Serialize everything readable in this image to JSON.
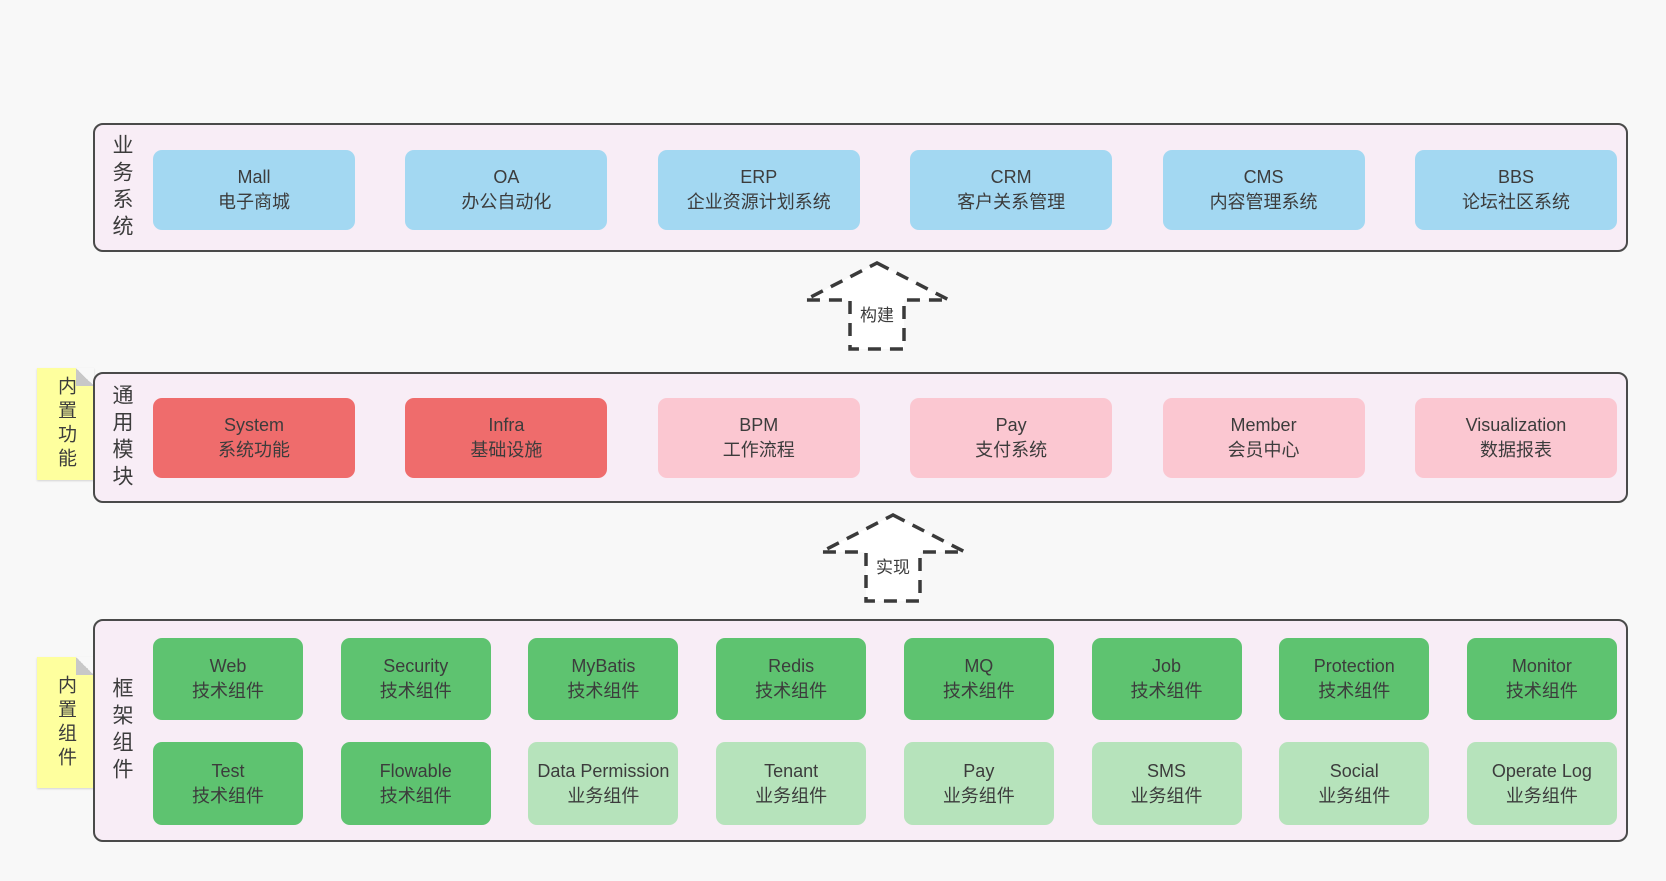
{
  "colors": {
    "page_bg": "#f8f8f8",
    "band_bg": "#f8edf6",
    "band_border": "#4a4a4a",
    "box_blue": "#a3d8f2",
    "box_red": "#ef6c6c",
    "box_pink": "#fbc7d1",
    "box_green": "#5ec370",
    "box_lightgreen": "#b6e3bb",
    "note_bg": "#feff9e",
    "note_fold": "#c8c8c8",
    "text": "#3c3c3c",
    "arrow": "#3a3a3a"
  },
  "arrows": [
    {
      "label": "构建"
    },
    {
      "label": "实现"
    }
  ],
  "layers": [
    {
      "label": "业务系统",
      "boxes": [
        {
          "title": "Mall",
          "subtitle": "电子商城"
        },
        {
          "title": "OA",
          "subtitle": "办公自动化"
        },
        {
          "title": "ERP",
          "subtitle": "企业资源计划系统"
        },
        {
          "title": "CRM",
          "subtitle": "客户关系管理"
        },
        {
          "title": "CMS",
          "subtitle": "内容管理系统"
        },
        {
          "title": "BBS",
          "subtitle": "论坛社区系统"
        }
      ]
    },
    {
      "label": "通用模块",
      "note": "内置功能",
      "boxes": [
        {
          "title": "System",
          "subtitle": "系统功能"
        },
        {
          "title": "Infra",
          "subtitle": "基础设施"
        },
        {
          "title": "BPM",
          "subtitle": "工作流程"
        },
        {
          "title": "Pay",
          "subtitle": "支付系统"
        },
        {
          "title": "Member",
          "subtitle": "会员中心"
        },
        {
          "title": "Visualization",
          "subtitle": "数据报表"
        }
      ]
    },
    {
      "label": "框架组件",
      "note": "内置组件",
      "rows": [
        [
          {
            "title": "Web",
            "subtitle": "技术组件"
          },
          {
            "title": "Security",
            "subtitle": "技术组件"
          },
          {
            "title": "MyBatis",
            "subtitle": "技术组件"
          },
          {
            "title": "Redis",
            "subtitle": "技术组件"
          },
          {
            "title": "MQ",
            "subtitle": "技术组件"
          },
          {
            "title": "Job",
            "subtitle": "技术组件"
          },
          {
            "title": "Protection",
            "subtitle": "技术组件"
          },
          {
            "title": "Monitor",
            "subtitle": "技术组件"
          }
        ],
        [
          {
            "title": "Test",
            "subtitle": "技术组件"
          },
          {
            "title": "Flowable",
            "subtitle": "技术组件"
          },
          {
            "title": "Data Permission",
            "subtitle": "业务组件"
          },
          {
            "title": "Tenant",
            "subtitle": "业务组件"
          },
          {
            "title": "Pay",
            "subtitle": "业务组件"
          },
          {
            "title": "SMS",
            "subtitle": "业务组件"
          },
          {
            "title": "Social",
            "subtitle": "业务组件"
          },
          {
            "title": "Operate Log",
            "subtitle": "业务组件"
          }
        ]
      ]
    }
  ]
}
